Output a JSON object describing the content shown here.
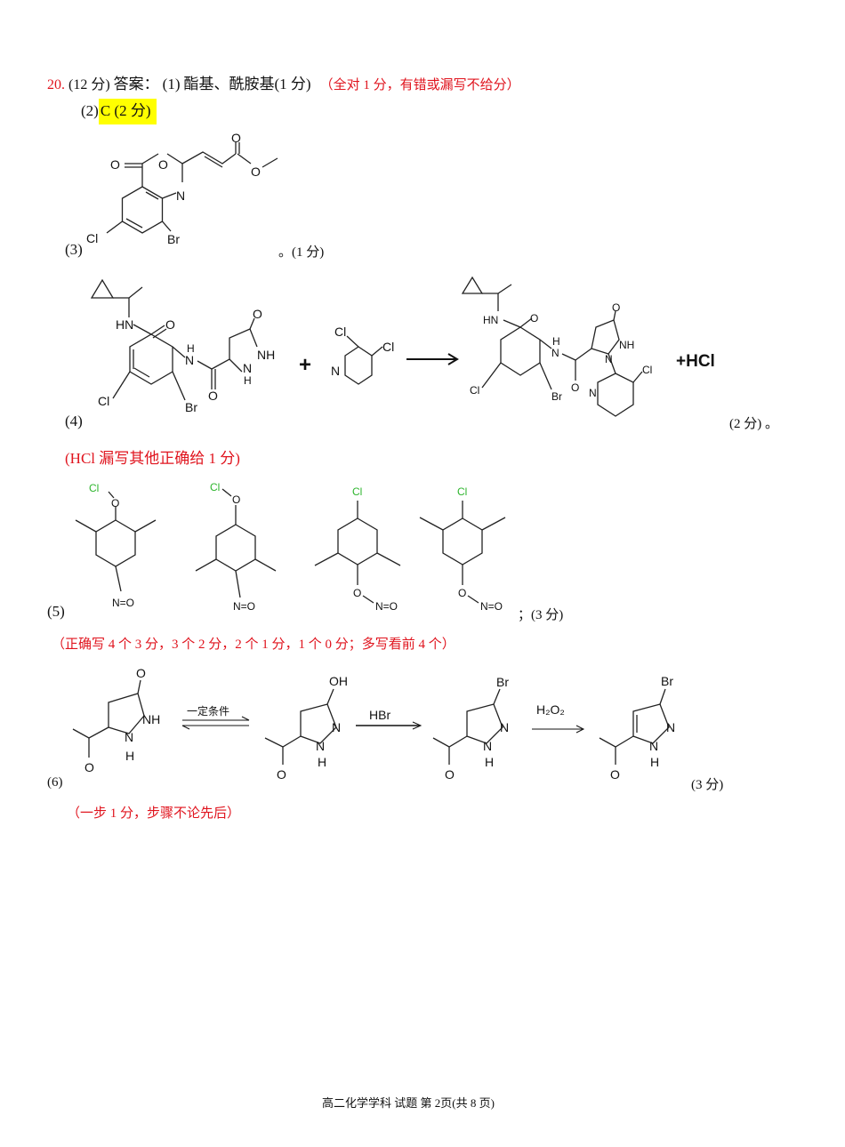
{
  "q_number": "20.",
  "q_score": "(12 分)",
  "answer_label": "答案：",
  "p1": {
    "label": "(1)",
    "text": "酯基、酰胺基(1 分)",
    "note": "（全对 1 分，有错或漏写不给分）"
  },
  "p2": {
    "label": "(2)",
    "text": "C (2 分)",
    "highlight_color": "#ffff00"
  },
  "p3": {
    "label": "(3)",
    "score": "。(1 分)",
    "atoms": [
      "O",
      "O",
      "N",
      "O",
      "O",
      "Cl",
      "Br"
    ]
  },
  "p4": {
    "label": "(4)",
    "score": "(2 分) 。",
    "plus": "+",
    "byproduct": "+HCl",
    "note": "(HCl 漏写其他正确给 1 分)",
    "reactant_atoms": [
      "HN",
      "O",
      "H",
      "N",
      "O",
      "NH",
      "H",
      "N",
      "O",
      "Cl",
      "Br"
    ],
    "pyridine_atoms": [
      "Cl",
      "Cl",
      "N"
    ],
    "product_atoms": [
      "HN",
      "O",
      "H",
      "N",
      "O",
      "NH",
      "N",
      "O",
      "Cl",
      "Br",
      "N",
      "Cl"
    ]
  },
  "p5": {
    "label": "(5)",
    "score": "；(3 分)",
    "note": "（正确写 4 个 3 分，3 个 2 分，2 个 1 分，1 个 0 分；多写看前 4 个）",
    "atoms": [
      "Cl",
      "O",
      "N=O",
      "Cl",
      "O",
      "N=O",
      "Cl",
      "O",
      "N=O",
      "Cl",
      "O",
      "N=O"
    ],
    "cl_color": "#2db52d"
  },
  "p6": {
    "label": "(6)",
    "score": "(3 分)",
    "note": "（一步 1 分，步骤不论先后）",
    "reagents": [
      "一定条件",
      "HBr",
      "H₂O₂"
    ],
    "atoms": [
      "O",
      "NH",
      "N",
      "H",
      "O",
      "OH",
      "N",
      "N",
      "H",
      "O",
      "Br",
      "N",
      "N",
      "H",
      "O",
      "Br",
      "N",
      "N",
      "H",
      "O"
    ]
  },
  "footer": "高二化学学科  试题  第 2页(共 8 页)",
  "colors": {
    "red": "#e0141e"
  }
}
